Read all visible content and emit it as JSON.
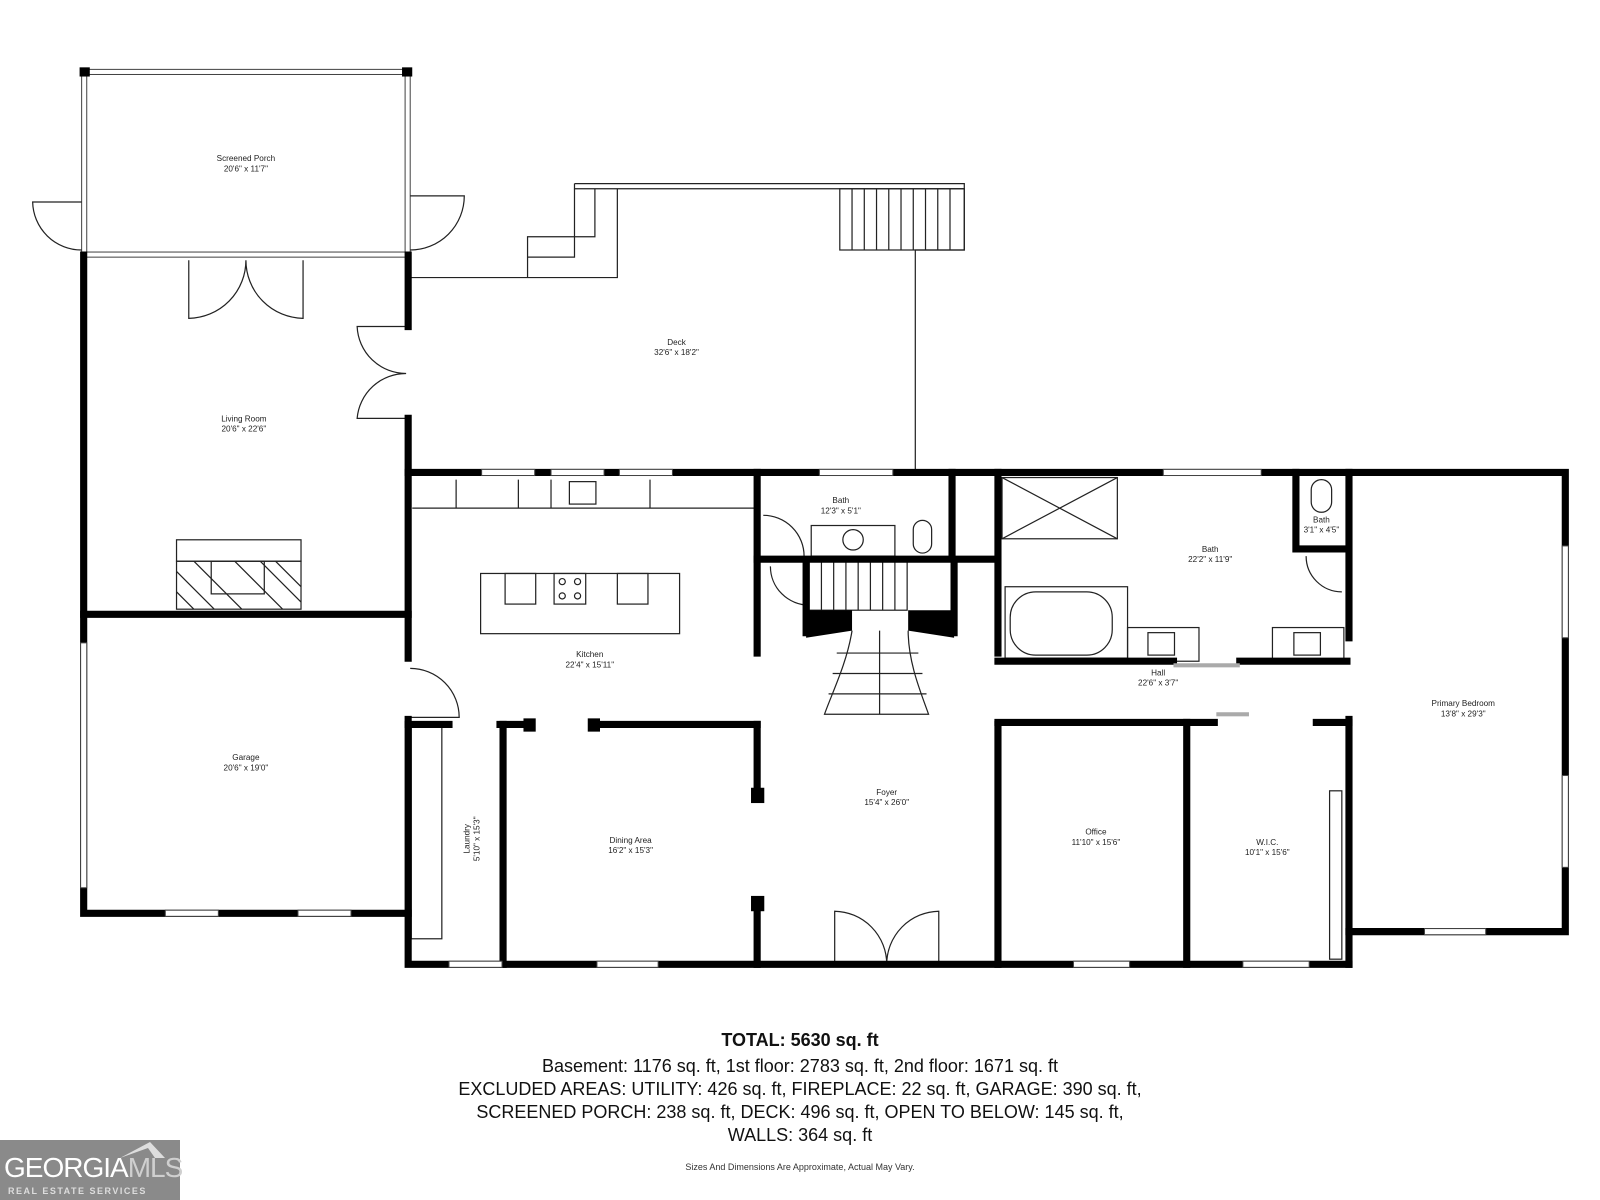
{
  "rooms": [
    {
      "name": "Screened Porch",
      "dims": "20'6\" x 11'7\""
    },
    {
      "name": "Deck",
      "dims": "32'6\" x 18'2\""
    },
    {
      "name": "Living Room",
      "dims": "20'6\" x 22'6\""
    },
    {
      "name": "Garage",
      "dims": "20'6\" x 19'0\""
    },
    {
      "name": "Kitchen",
      "dims": "22'4\" x 15'11\""
    },
    {
      "name": "Bath",
      "dims": "12'3\" x 5'1\""
    },
    {
      "name": "Bath",
      "dims": "22'2\" x 11'9\""
    },
    {
      "name": "Bath",
      "dims": "3'1\" x 4'5\""
    },
    {
      "name": "Hall",
      "dims": "22'6\" x 3'7\""
    },
    {
      "name": "Primary Bedroom",
      "dims": "13'8\" x 29'3\""
    },
    {
      "name": "Foyer",
      "dims": "15'4\" x 26'0\""
    },
    {
      "name": "Dining Area",
      "dims": "16'2\" x 15'3\""
    },
    {
      "name": "Laundry",
      "dims": "5'10\" x 15'3\""
    },
    {
      "name": "Office",
      "dims": "11'10\" x 15'6\""
    },
    {
      "name": "W.I.C.",
      "dims": "10'1\" x 15'6\""
    }
  ],
  "summary": {
    "total": "TOTAL: 5630 sq. ft",
    "lines": [
      "Basement: 1176 sq. ft, 1st floor: 2783 sq. ft, 2nd floor: 1671 sq. ft",
      "EXCLUDED AREAS: UTILITY: 426 sq. ft, FIREPLACE: 22 sq. ft, GARAGE: 390 sq. ft,",
      "SCREENED PORCH: 238 sq. ft, DECK: 496 sq. ft, OPEN TO BELOW: 145 sq. ft,",
      "WALLS: 364 sq. ft"
    ],
    "disclaimer": "Sizes And Dimensions Are Approximate, Actual May Vary."
  },
  "logo": {
    "main": "GEORGIA",
    "accent": "MLS",
    "sub": "REAL ESTATE SERVICES"
  },
  "colors": {
    "wall": "#000000",
    "logo_bg": "#8a8a8a"
  }
}
